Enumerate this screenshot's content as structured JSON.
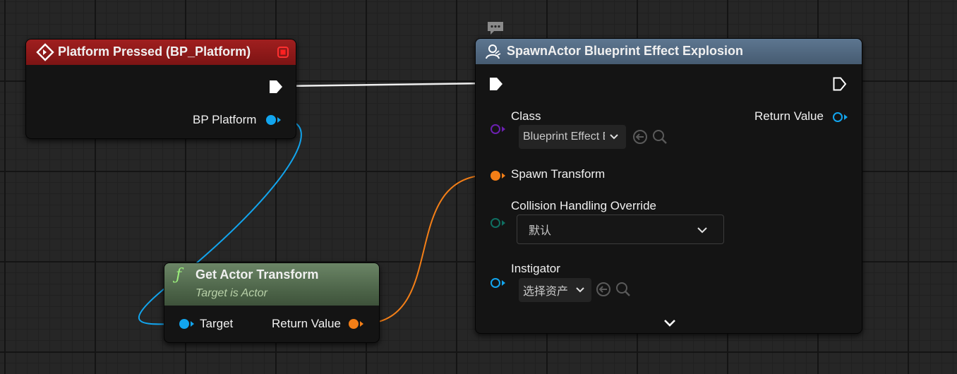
{
  "colors": {
    "event_header": "#8a1818",
    "function_header": "#566e52",
    "spawn_header": "#4b6178",
    "exec": "#ffffff",
    "object_pin": "#12a5ee",
    "struct_pin": "#f47f17",
    "class_pin": "#6b20b0",
    "enum_pin": "#0f6e61"
  },
  "event_node": {
    "title": "Platform Pressed (BP_Platform)",
    "output_pin_label": "BP Platform",
    "icon": "event-diamond-icon"
  },
  "get_transform_node": {
    "title": "Get Actor Transform",
    "subtitle": "Target is Actor",
    "target_label": "Target",
    "return_label": "Return Value",
    "icon": "function-icon"
  },
  "spawn_node": {
    "title": "SpawnActor Blueprint Effect Explosion",
    "comment_icon": "comment-bubble-icon",
    "class_label": "Class",
    "class_value": "Blueprint Effect E",
    "return_label": "Return Value",
    "spawn_transform_label": "Spawn Transform",
    "collision_label": "Collision Handling Override",
    "collision_value": "默认",
    "instigator_label": "Instigator",
    "instigator_value": "选择资产",
    "advanced_icon": "chevron-down-icon"
  }
}
